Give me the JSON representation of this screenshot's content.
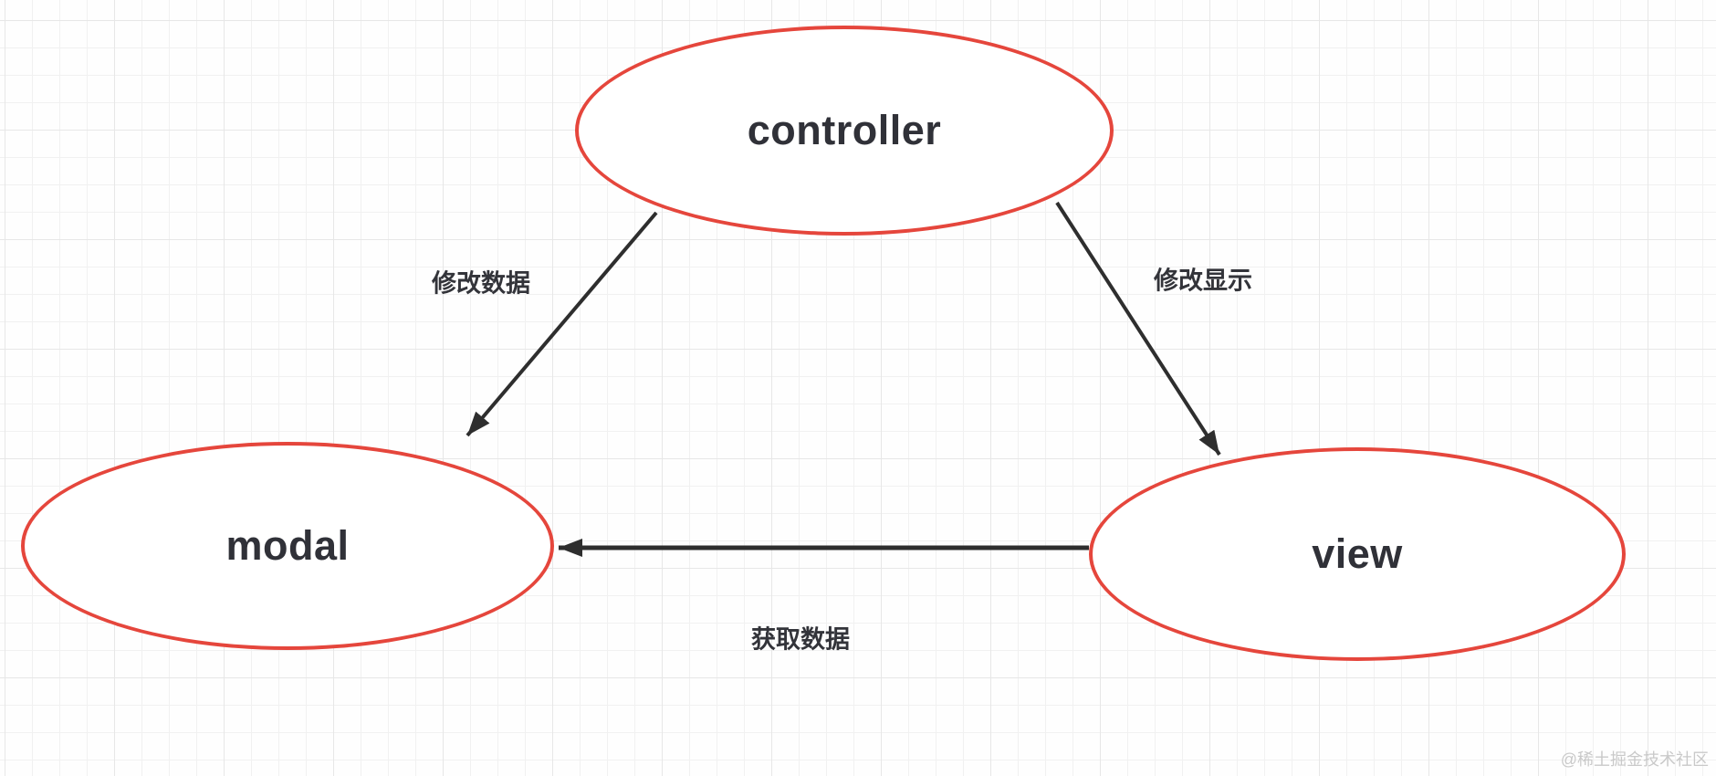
{
  "diagram": {
    "nodes": [
      {
        "id": "controller",
        "label": "controller"
      },
      {
        "id": "modal",
        "label": "modal"
      },
      {
        "id": "view",
        "label": "view"
      }
    ],
    "edges": [
      {
        "from": "controller",
        "to": "modal",
        "label": "修改数据"
      },
      {
        "from": "controller",
        "to": "view",
        "label": "修改显示"
      },
      {
        "from": "view",
        "to": "modal",
        "label": "获取数据"
      }
    ]
  },
  "watermark": "@稀土掘金技术社区",
  "colors": {
    "node_stroke": "#e5463c",
    "arrow": "#2e2e2e",
    "label_text": "#33343a",
    "node_text": "#303138",
    "watermark": "#c9c9c9"
  }
}
